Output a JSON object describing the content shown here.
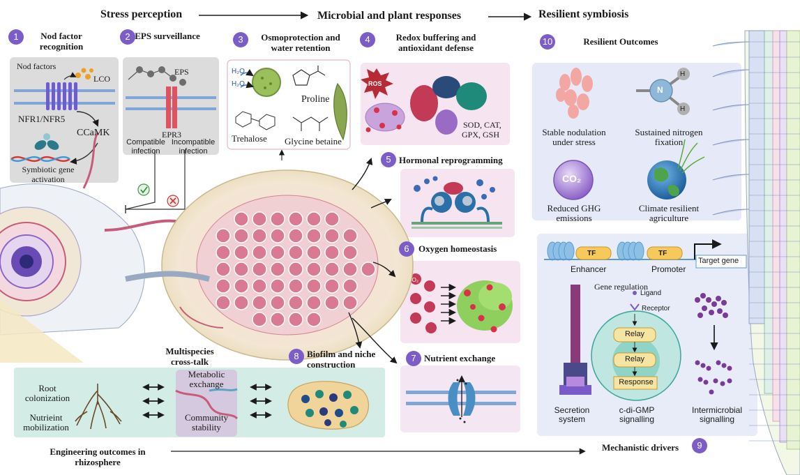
{
  "headers": {
    "stress": "Stress perception",
    "microbial": "Microbial and plant responses",
    "resilient": "Resilient symbiosis",
    "engineering": "Engineering outcomes in rhizosphere",
    "mechanistic": "Mechanistic drivers"
  },
  "panels": {
    "p1": {
      "number": "1",
      "title": "Nod factor recognition",
      "labels": {
        "nod_factors": "Nod factors",
        "lco": "LCO",
        "nfr": "NFR1/NFR5",
        "ccamk": "CCaMK",
        "gene": "Symbiotic gene activation"
      }
    },
    "p2": {
      "number": "2",
      "title": "EPS surveillance",
      "labels": {
        "eps": "EPS",
        "epr3": "EPR3",
        "compatible": "Compatible infection",
        "incompatible": "Incompatible infection"
      }
    },
    "p3": {
      "number": "3",
      "title": "Osmoprotection and water retention",
      "labels": {
        "h2o_a": "H₂O",
        "h2o_b": "H₂O",
        "proline": "Proline",
        "trehalose": "Trehalose",
        "glycine": "Glycine betaine"
      }
    },
    "p4": {
      "number": "4",
      "title": "Redox buffering and antioxidant defense",
      "labels": {
        "ros": "ROS",
        "enzymes_1": "SOD, CAT,",
        "enzymes_2": "GPX, GSH"
      }
    },
    "p5": {
      "number": "5",
      "title": "Hormonal reprogramming"
    },
    "p6": {
      "number": "6",
      "title": "Oxygen homeostasis",
      "labels": {
        "o2": "·O₂"
      }
    },
    "p7": {
      "number": "7",
      "title": "Nutrient exchange"
    },
    "p8": {
      "number": "8",
      "title": "Biofilm and niche construction",
      "labels": {
        "cross_talk": "Multispecies cross-talk",
        "root_col": "Root colonization",
        "nutrient_mob": "Nutrieint mobilization",
        "metabolic": "Metabolic exchange",
        "community": "Community stability"
      }
    },
    "p9": {
      "number": "9",
      "labels": {
        "enhancer": "Enhancer",
        "promoter": "Promoter",
        "target": "Target gene",
        "tf": "TF",
        "gene_reg": "Gene regulation",
        "ligand": "Ligand",
        "receptor": "Receptor",
        "relay": "Relay",
        "response": "Response",
        "secretion": "Secretion system",
        "cdigmp": "c-di-GMP signalling",
        "intermicrobial": "Intermicrobial signalling"
      }
    },
    "p10": {
      "number": "10",
      "title": "Resilient Outcomes",
      "labels": {
        "h": "H",
        "n": "N",
        "co2": "CO₂",
        "stable": "Stable nodulation under stress",
        "nitrogen": "Sustained nitrogen fixation",
        "ghg": "Reduced GHG emissions",
        "climate": "Climate resilient agriculture"
      }
    }
  },
  "colors": {
    "badge": "#7c5cc9",
    "gray_panel": "#dcdcdc",
    "pink_panel": "#f6e4f1",
    "blue_panel": "#e6e9f8",
    "teal_panel": "#d3ece6",
    "membrane": "#7fa6d6",
    "nodule_cell": "#c85a7a"
  }
}
